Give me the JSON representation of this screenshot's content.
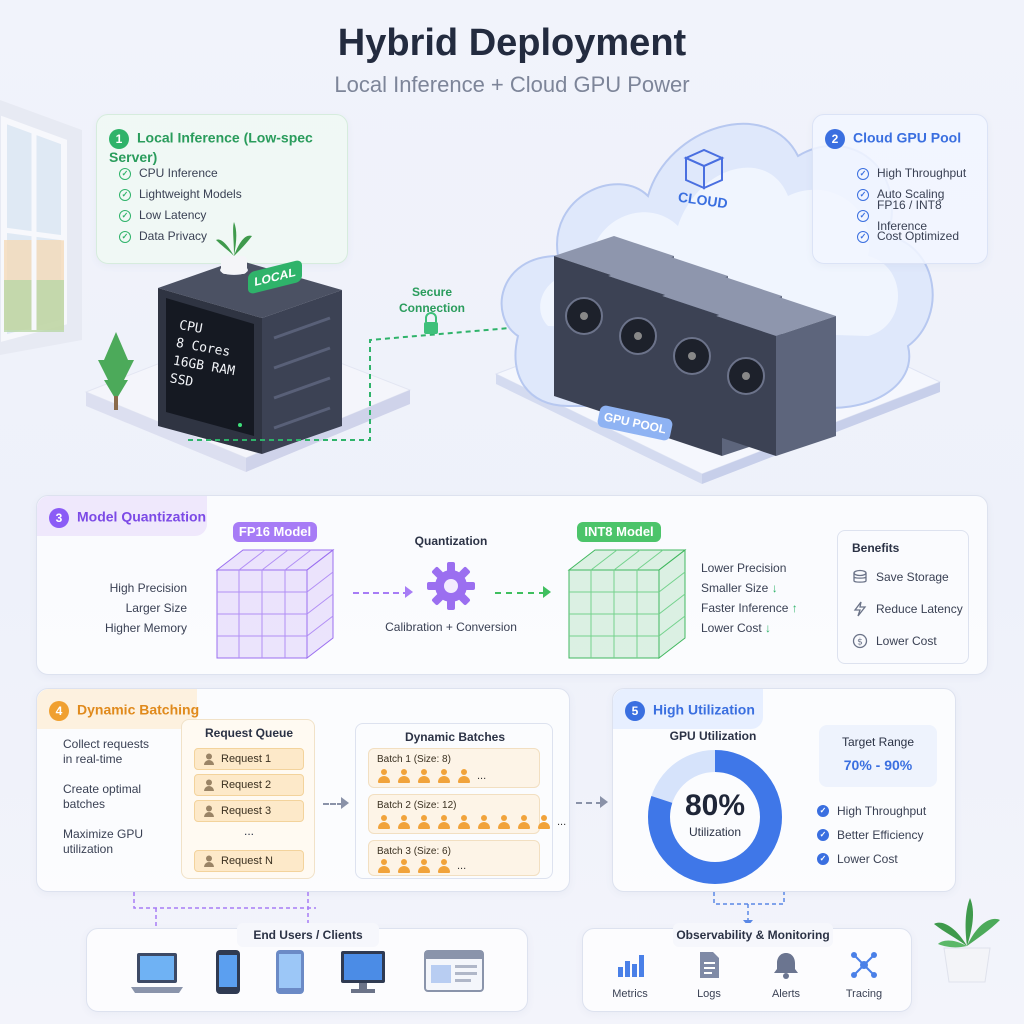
{
  "title": "Hybrid Deployment",
  "subtitle": "Local Inference + Cloud GPU Power",
  "colors": {
    "green": "#2fb36a",
    "blue": "#3a6fe0",
    "purple": "#8b5cf6",
    "orange": "#f0a030"
  },
  "local": {
    "num": "1",
    "heading": "Local Inference (Low-spec Server)",
    "items": [
      "CPU Inference",
      "Lightweight Models",
      "Low Latency",
      "Data Privacy"
    ],
    "server_tag": "LOCAL",
    "server_specs": [
      "CPU",
      "8 Cores",
      "16GB RAM",
      "SSD"
    ]
  },
  "connection": {
    "label_line1": "Secure",
    "label_line2": "Connection"
  },
  "cloud": {
    "num": "2",
    "heading": "Cloud GPU Pool",
    "items": [
      "High Throughput",
      "Auto Scaling",
      "FP16 / INT8 Inference",
      "Cost Optimized"
    ],
    "cloud_label": "CLOUD",
    "pool_label": "GPU POOL"
  },
  "quant": {
    "num": "3",
    "heading": "Model Quantization",
    "fp16_label": "FP16 Model",
    "int8_label": "INT8 Model",
    "left_props": [
      "High Precision",
      "Larger Size",
      "Higher Memory"
    ],
    "center_title": "Quantization",
    "center_sub": "Calibration + Conversion",
    "right_props": [
      {
        "text": "Lower Precision",
        "arrow": ""
      },
      {
        "text": "Smaller Size",
        "arrow": "↓"
      },
      {
        "text": "Faster Inference",
        "arrow": "↑"
      },
      {
        "text": "Lower Cost",
        "arrow": "↓"
      }
    ],
    "benefits_title": "Benefits",
    "benefits": [
      {
        "icon": "database-icon",
        "text": "Save Storage"
      },
      {
        "icon": "lightning-icon",
        "text": "Reduce Latency"
      },
      {
        "icon": "dollar-icon",
        "text": "Lower Cost"
      }
    ]
  },
  "batching": {
    "num": "4",
    "heading": "Dynamic Batching",
    "steps": [
      [
        "Collect requests",
        "in real-time"
      ],
      [
        "Create optimal",
        "batches"
      ],
      [
        "Maximize GPU",
        "utilization"
      ]
    ],
    "queue_title": "Request Queue",
    "queue": [
      "Request 1",
      "Request 2",
      "Request 3",
      "...",
      "Request N"
    ],
    "batches_title": "Dynamic Batches",
    "batches": [
      {
        "label": "Batch 1 (Size: 8)",
        "count": 5
      },
      {
        "label": "Batch 2 (Size: 12)",
        "count": 9
      },
      {
        "label": "Batch 3 (Size: 6)",
        "count": 4
      }
    ],
    "ellipsis": "..."
  },
  "utilization": {
    "num": "5",
    "heading": "High Utilization",
    "gauge_title": "GPU Utilization",
    "value": 80,
    "value_text": "80%",
    "value_caption": "Utilization",
    "target_title": "Target Range",
    "target_value": "70% - 90%",
    "items": [
      "High Throughput",
      "Better Efficiency",
      "Lower Cost"
    ]
  },
  "clients": {
    "title": "End Users / Clients",
    "devices": [
      "laptop-icon",
      "phone-icon",
      "tablet-icon",
      "monitor-icon",
      "browser-icon"
    ]
  },
  "observability": {
    "title": "Observability & Monitoring",
    "tools": [
      {
        "icon": "metrics-icon",
        "label": "Metrics"
      },
      {
        "icon": "logs-icon",
        "label": "Logs"
      },
      {
        "icon": "alerts-icon",
        "label": "Alerts"
      },
      {
        "icon": "tracing-icon",
        "label": "Tracing"
      }
    ]
  }
}
